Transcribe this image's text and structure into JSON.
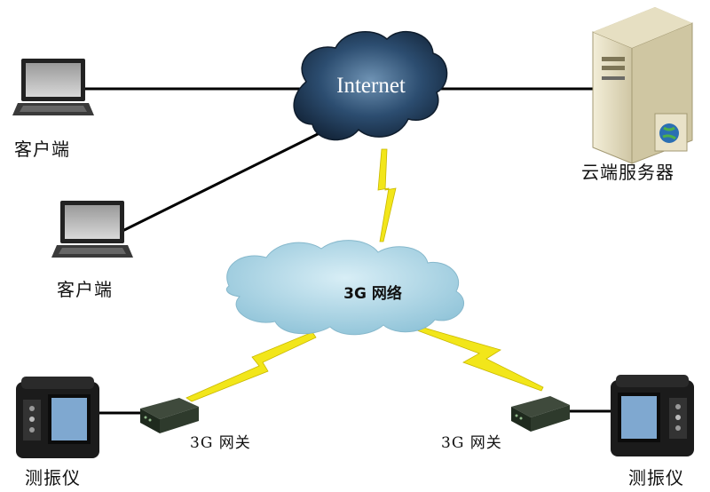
{
  "nodes": {
    "internet": "Internet",
    "client_top": "客户端",
    "client_bottom": "客户端",
    "cloud_server": "云端服务器",
    "network_3g": "3G 网络",
    "gateway_left": "3G 网关",
    "gateway_right": "3G 网关",
    "vibrometer_left": "测振仪",
    "vibrometer_right": "测振仪"
  },
  "colors": {
    "internet_cloud": "#1f3d5c",
    "network_cloud": "#a9d3e3",
    "wireless_bolt": "#f2e61a",
    "link_line": "#000000"
  }
}
